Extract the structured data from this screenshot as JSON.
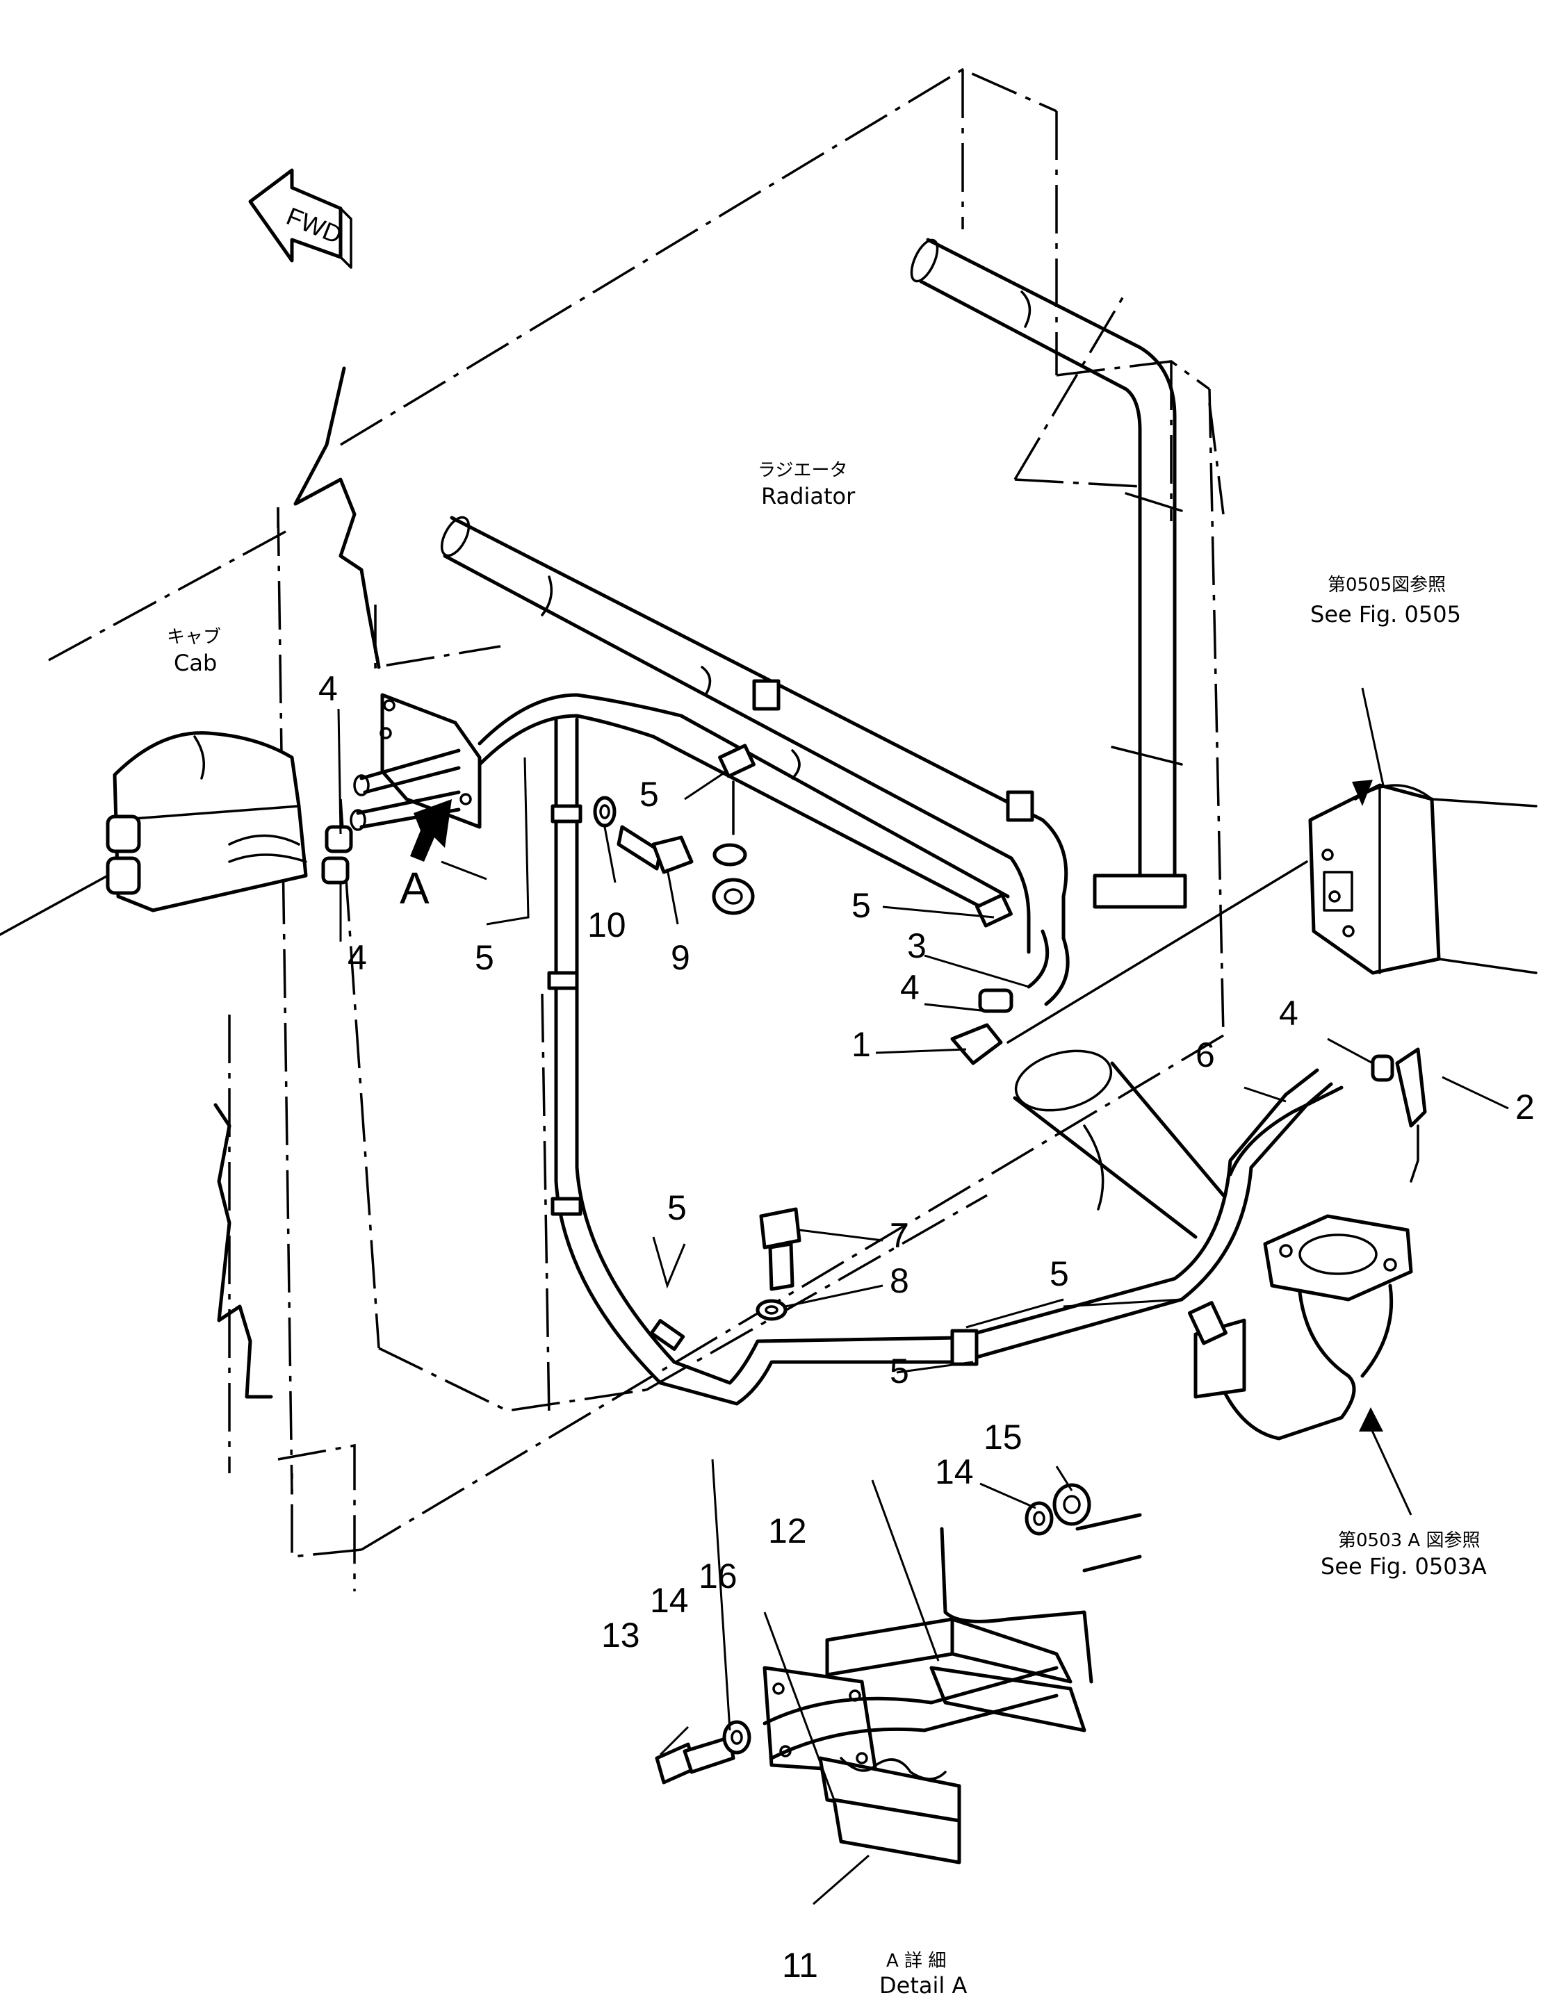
{
  "labels": {
    "radiator_jp": "ラジエータ",
    "radiator_en": "Radiator",
    "cab_jp": "キャブ",
    "cab_en": "Cab",
    "fwd": "FWD",
    "view_a": "A",
    "ref_0505_jp": "第0505図参照",
    "ref_0505_en": "See Fig. 0505",
    "ref_0503a_jp": "第0503 A 図参照",
    "ref_0503a_en": "See Fig. 0503A",
    "detail_a_jp": "A 詳 細",
    "detail_a_en": "Detail A"
  },
  "callouts": {
    "c1": "1",
    "c2": "2",
    "c3": "3",
    "c4a": "4",
    "c4b": "4",
    "c4c": "4",
    "c4d": "4",
    "c5a": "5",
    "c5b": "5",
    "c5c": "5",
    "c5d": "5",
    "c5e": "5",
    "c5f": "5",
    "c6": "6",
    "c7": "7",
    "c8": "8",
    "c9": "9",
    "c10": "10",
    "c11": "11",
    "c12": "12",
    "c13": "13",
    "c14a": "14",
    "c14b": "14",
    "c15": "15",
    "c16": "16"
  }
}
